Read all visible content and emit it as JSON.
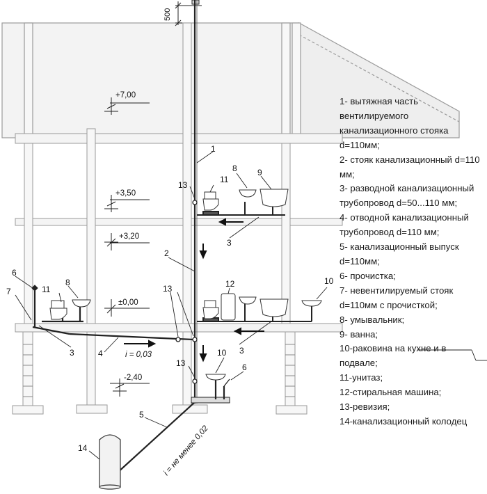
{
  "dimension_label": "500",
  "levels": {
    "roof": "+7,00",
    "second_floor": "+3,50",
    "second_ceiling": "+3,20",
    "ground": "±0,00",
    "basement": "-2,40"
  },
  "callouts": {
    "c1": "1",
    "c2": "2",
    "c3a": "3",
    "c3b": "3",
    "c3c": "3",
    "c4": "4",
    "c5": "5",
    "c6a": "6",
    "c6b": "6",
    "c7": "7",
    "c8a": "8",
    "c8b": "8",
    "c9": "9",
    "c10a": "10",
    "c10b": "10",
    "c11a": "11",
    "c11b": "11",
    "c12": "12",
    "c13a": "13",
    "c13b": "13",
    "c13c": "13",
    "c14": "14"
  },
  "slopes": {
    "upper": "i = 0,03",
    "lower": "i = не менее 0,02"
  },
  "legend": [
    "1- вытяжная часть вентилируемого канализационного стояка d=110мм;",
    "2- стояк канализационный d=110 мм;",
    "3- разводной канализационный трубопровод d=50...110 мм;",
    "4- отводной канализационный трубопровод d=110 мм;",
    "5- канализационный выпуск d=110мм;",
    "6- прочистка;",
    "7- невентилируемый стояк d=110мм с прочисткой;",
    "8- умывальник;",
    "9- ванна;",
    "10-раковина на кухне и в подвале;",
    "11-унитаз;",
    "12-стиральная машина;",
    "13-ревизия;",
    "14-канализационный колодец"
  ]
}
